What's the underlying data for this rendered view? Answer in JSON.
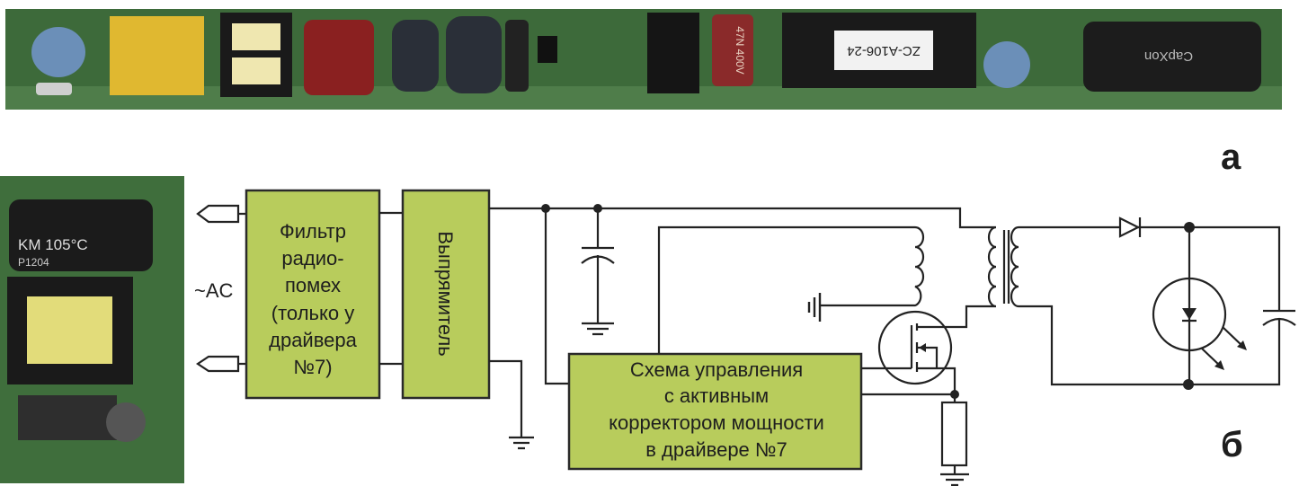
{
  "panel_labels": {
    "a": "а",
    "b": "б"
  },
  "photo_top": {
    "transformer_marking": "ZC-A106-24",
    "capacitor_marking": "CapXon",
    "small_cap_marking": "47N 400V"
  },
  "photo_left": {
    "capacitor_marking": "KM 105°C",
    "code": "P1204"
  },
  "schematic": {
    "input_label": "~AC",
    "filter_block": [
      "Фильтр",
      "радио-",
      "помех",
      "(только у",
      "драйвера",
      "№7)"
    ],
    "rectifier_block": "Выпрямитель",
    "control_block": [
      "Схема управления",
      "с активным",
      "корректором мощности",
      "в драйвере №7"
    ]
  },
  "colors": {
    "block_fill": "#b8cc5c",
    "pcb_green": "#3f6b3a",
    "wire": "#222222"
  }
}
